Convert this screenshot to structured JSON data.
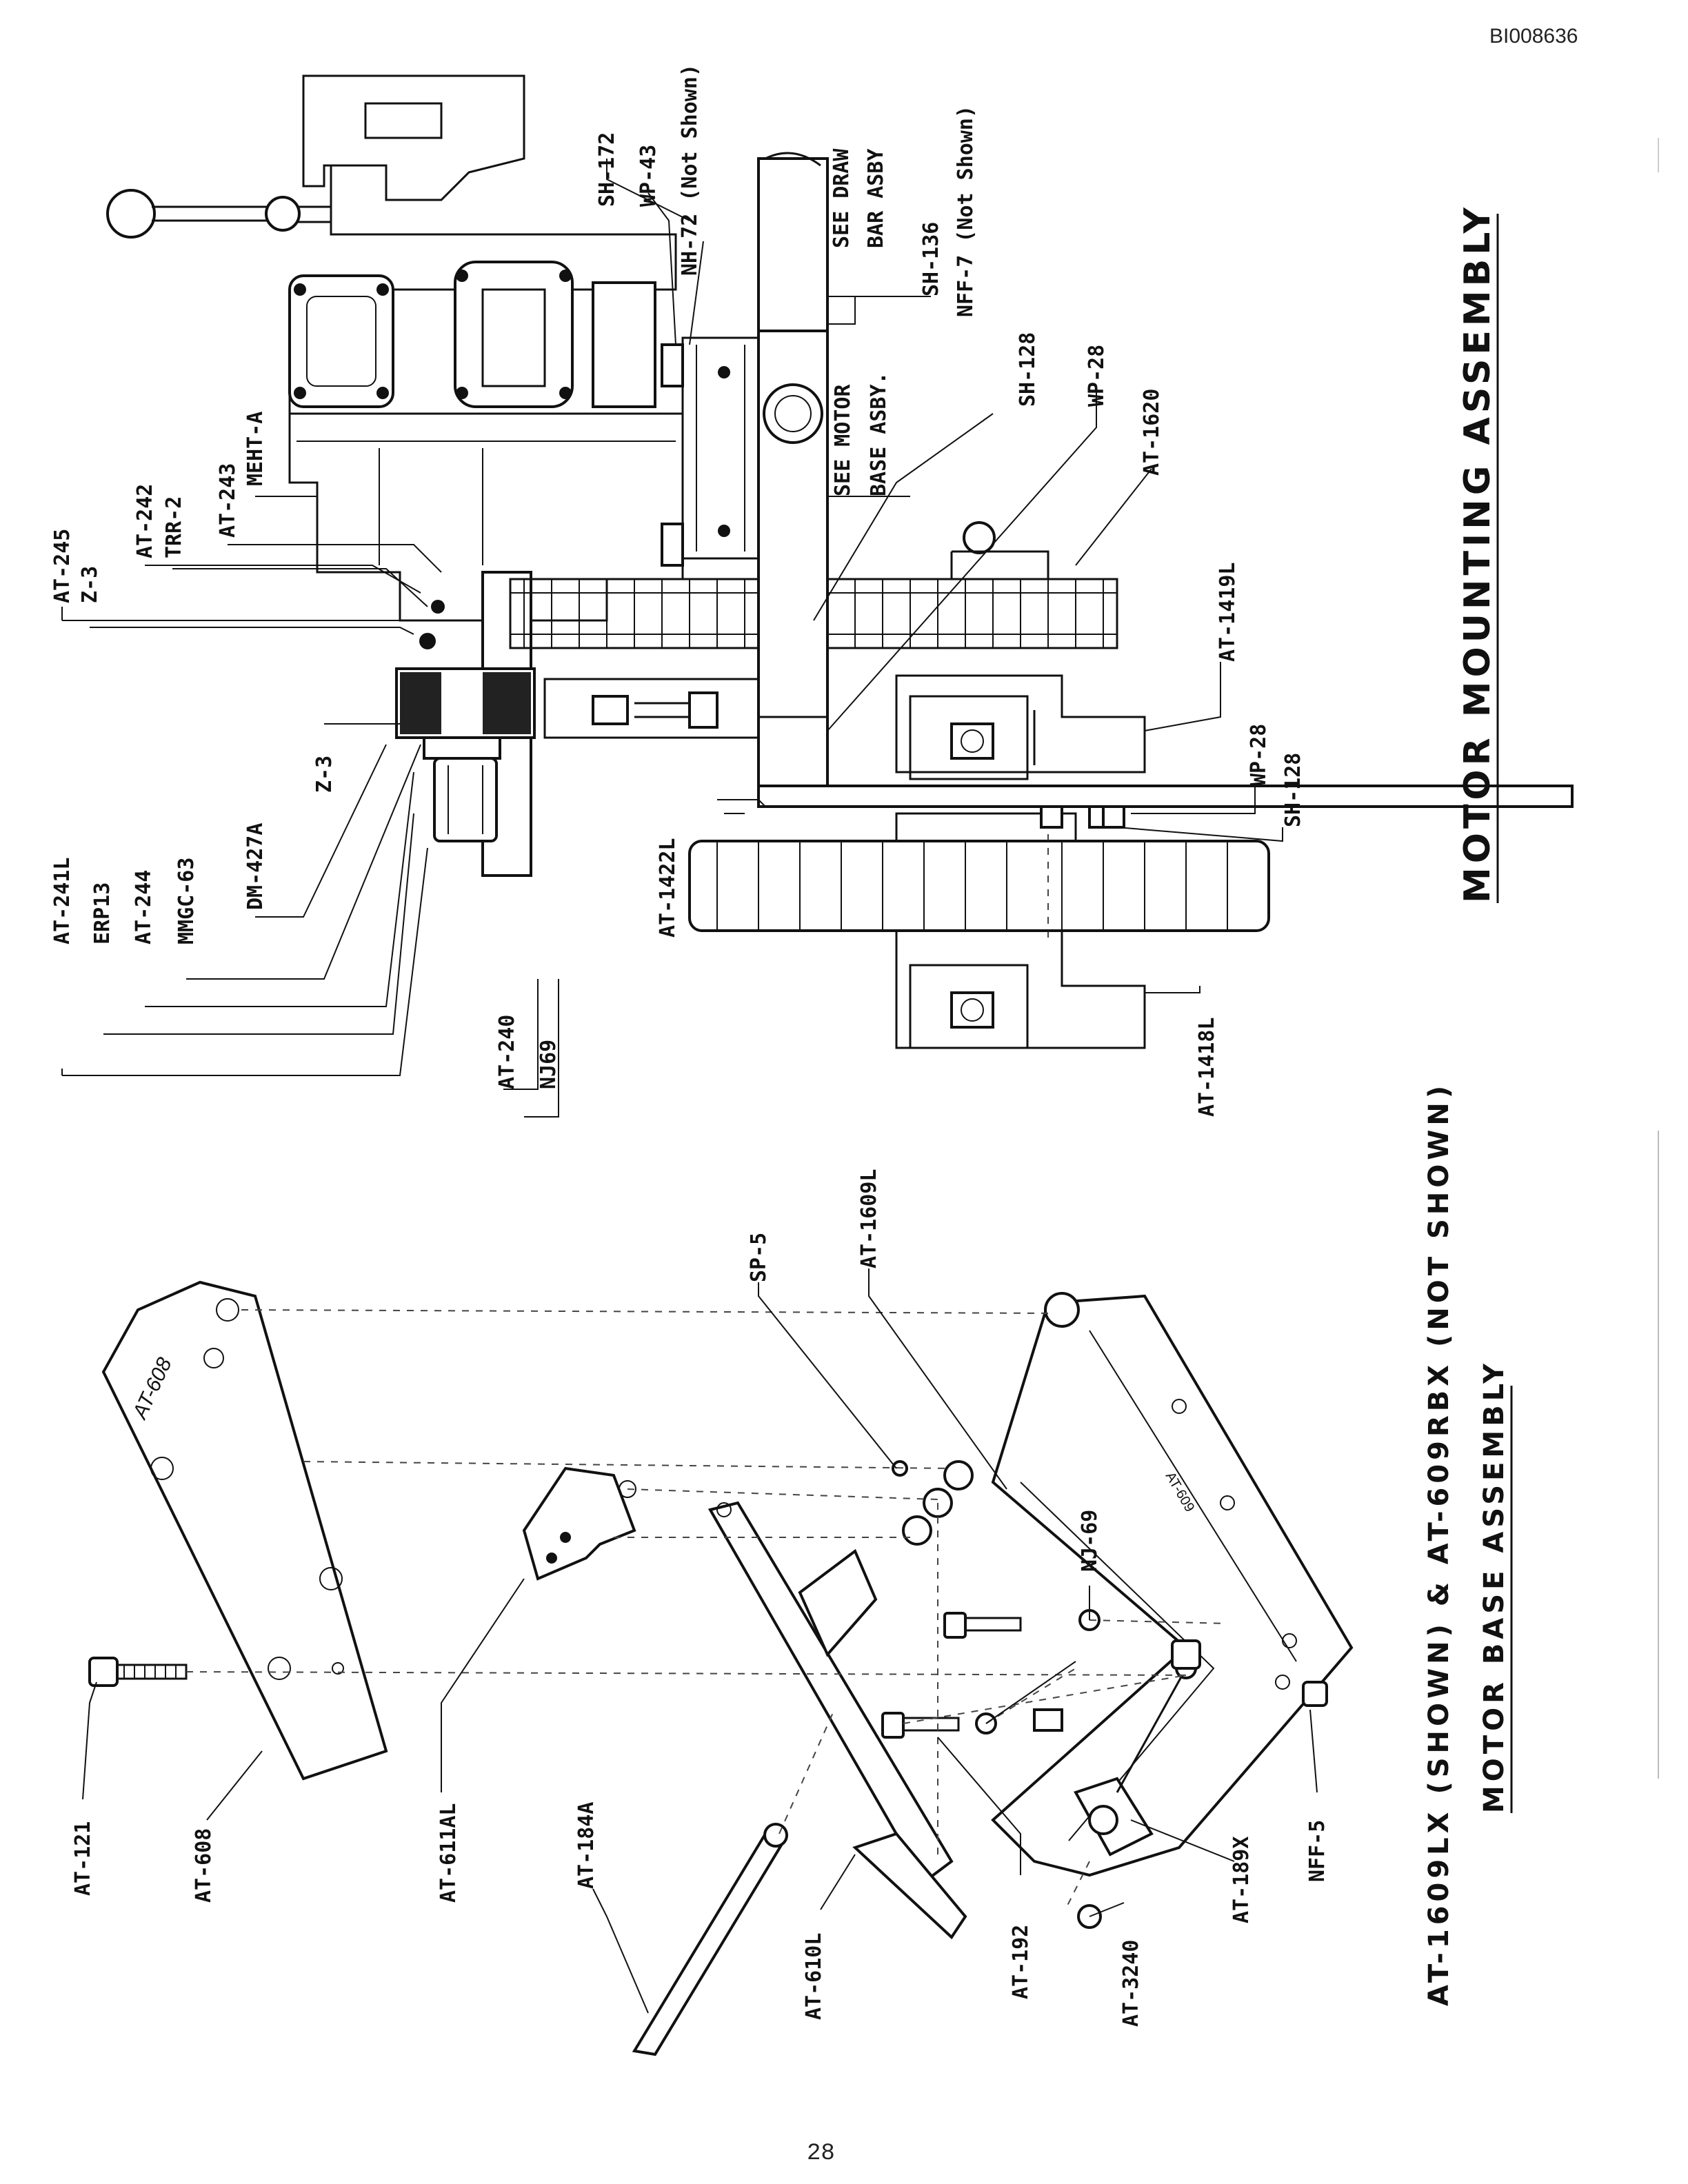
{
  "doc_id": "BI008636",
  "page_number": "28",
  "motor_mounting": {
    "title": "MOTOR MOUNTING ASSEMBLY",
    "left_labels": [
      "AT-245",
      "Z-3",
      "AT-242",
      "TRR-2",
      "AT-243",
      "MEHT-A",
      "AT-241L",
      "ERP13",
      "AT-244",
      "MMGC-63",
      "DM-427A",
      "Z-3",
      "AT-240",
      "NJ69",
      "AT-1422L"
    ],
    "top_labels": [
      "SH-172",
      "WP-43",
      "NH-72 (Not Shown)",
      "SEE DRAW",
      "BAR ASBY",
      "SH-136",
      "NFF-7 (Not Shown)",
      "SEE MOTOR",
      "BASE ASBY.",
      "SH-128",
      "WP-28",
      "AT-1620"
    ],
    "right_labels": [
      "AT-1419L",
      "WP-28",
      "SH-128",
      "AT-1418L"
    ]
  },
  "motor_base": {
    "title_line1": "AT-1609LX (SHOWN) & AT-609RBX (NOT SHOWN)",
    "title_line2": "MOTOR BASE ASSEMBLY",
    "labels": [
      "AT-121",
      "AT-608",
      "AT-611AL",
      "AT-184A",
      "AT-610L",
      "AT-192",
      "AT-3240",
      "AT-189X",
      "NFF-5",
      "NJ-69",
      "SP-5",
      "AT-1609L"
    ],
    "embossed": "AT-608"
  }
}
